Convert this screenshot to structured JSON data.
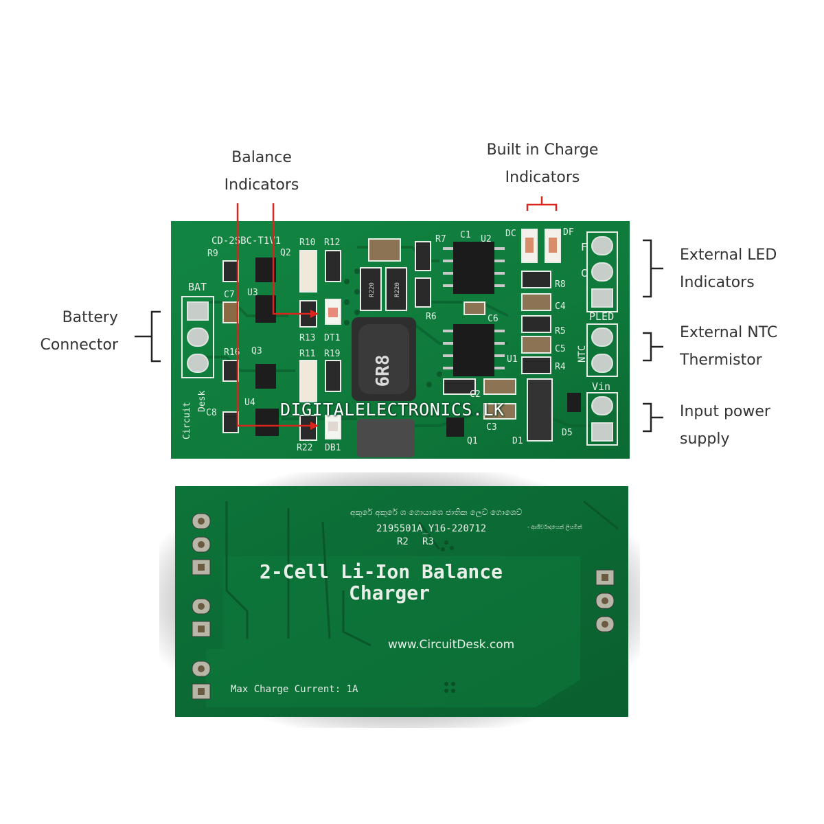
{
  "callouts": {
    "balance_indicators": [
      "Balance",
      "Indicators"
    ],
    "built_in_charge_indicators": [
      "Built in Charge",
      "Indicators"
    ],
    "battery_connector": [
      "Battery",
      "Connector"
    ],
    "external_led_indicators": [
      "External LED",
      "Indicators"
    ],
    "external_ntc_thermistor": [
      "External NTC",
      "Thermistor"
    ],
    "input_power_supply": [
      "Input power",
      "supply"
    ]
  },
  "watermark": "DIGITALELECTRONICS.LK",
  "top_board": {
    "silkscreen": {
      "model": "CD-2SBC-T1V1",
      "bat": "BAT",
      "pled": "PLED",
      "ntc": "NTC",
      "vin": "Vin",
      "brand": [
        "Circuit",
        "Desk"
      ],
      "led_pins": [
        "F",
        "C"
      ],
      "inductor": "6R8",
      "resistor_code": "R220",
      "refs": [
        "R9",
        "R10",
        "R12",
        "Q2",
        "C7",
        "U3",
        "R13",
        "DT1",
        "R16",
        "Q3",
        "R11",
        "R19",
        "U4",
        "C8",
        "R22",
        "DB1",
        "R7",
        "C1",
        "U2",
        "DC",
        "DF",
        "R8",
        "C4",
        "R6",
        "C6",
        "R5",
        "C5",
        "U1",
        "R4",
        "C2",
        "C3",
        "Q1",
        "D1",
        "D5"
      ]
    }
  },
  "bottom_board": {
    "sinhala_line": "අකුරේ අකුරේ ශ ගොයාශෙ ජාතික ලෙව් ගොශෙව්",
    "part_number": "2195501A_Y16-220712",
    "signature": "- ආශීර්වාදයෙන් ලියමින්",
    "refs": [
      "R2",
      "R3"
    ],
    "title": [
      "2-Cell Li-Ion Balance",
      "Charger"
    ],
    "website": "www.CircuitDesk.com",
    "max_charge": "Max Charge Current: 1A"
  },
  "colors": {
    "pcb_green": "#0f7a3b",
    "pcb_dark": "#0a5a2b",
    "silkscreen": "#e8efe9",
    "annotation_red": "#d9251d",
    "text": "#333333"
  }
}
